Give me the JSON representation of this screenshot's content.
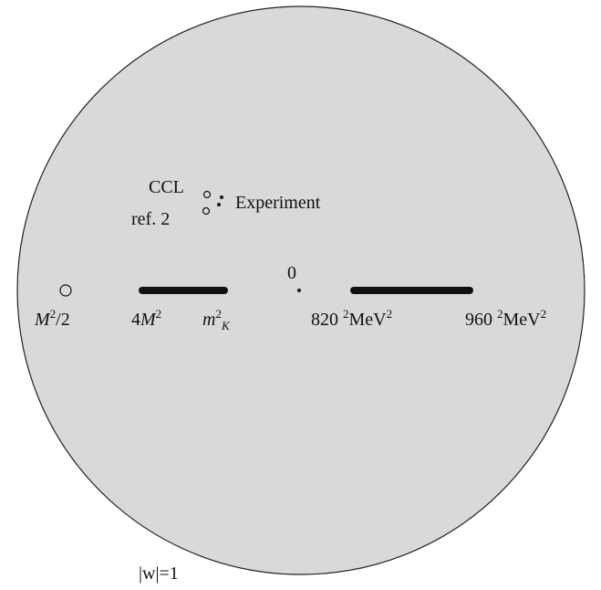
{
  "diagram": {
    "unit_circle_label": "|w|=1",
    "origin_label": "0",
    "labels": {
      "ccl": "CCL",
      "ref2": "ref. 2",
      "experiment": "Experiment",
      "m2_half": {
        "base": "M",
        "exp": "2",
        "suffix": "/2"
      },
      "four_m2": {
        "prefix": "4",
        "base": "M",
        "exp": "2"
      },
      "mk2": {
        "base": "m",
        "exp": "2",
        "sub": "K"
      },
      "p820": {
        "value": "820",
        "exp": "2",
        "unit": "MeV",
        "unit_exp": "2"
      },
      "p960": {
        "value": "960",
        "exp": "2",
        "unit": "MeV",
        "unit_exp": "2"
      }
    },
    "colors": {
      "disk_fill": "#d9d9d9",
      "disk_stroke": "#222222",
      "cut": "#111111"
    }
  }
}
